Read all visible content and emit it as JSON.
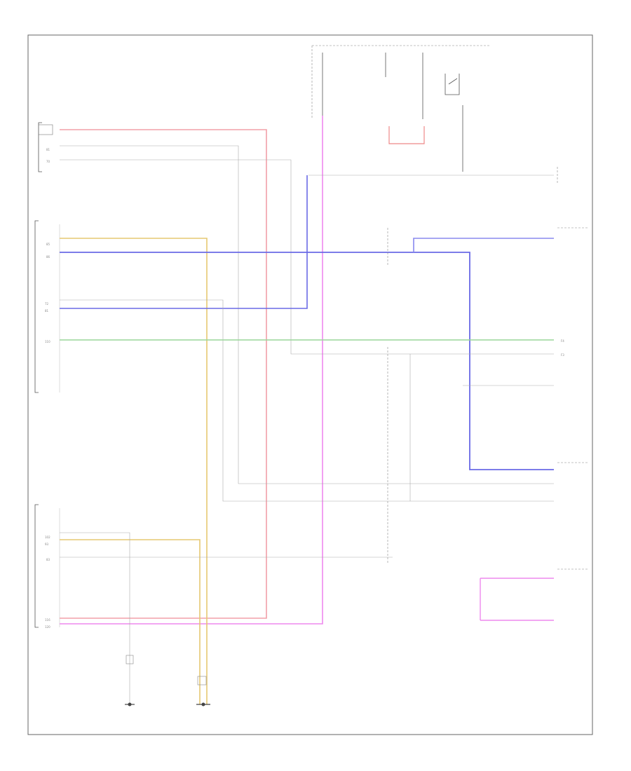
{
  "diagram": {
    "left_connectors": [
      {
        "id": "c1",
        "label": "",
        "pins": [
          "",
          "",
          ""
        ]
      },
      {
        "id": "c2",
        "label": "",
        "pins": []
      },
      {
        "id": "c3",
        "label": "",
        "pins": []
      }
    ],
    "right_components": [
      {
        "id": "r1",
        "label": ""
      },
      {
        "id": "r2",
        "label": ""
      },
      {
        "id": "r3",
        "label": ""
      },
      {
        "id": "r4",
        "label": ""
      },
      {
        "id": "r5",
        "label": ""
      },
      {
        "id": "r6",
        "label": ""
      }
    ],
    "bottom_grounds": [
      {
        "id": "g1",
        "label": ""
      },
      {
        "id": "g2",
        "label": ""
      }
    ],
    "wire_colors": {
      "red": "#f2a0a8",
      "blue": "#6a6ae6",
      "yellow": "#e6c872",
      "green": "#9ad69a",
      "pink": "#ee88ee",
      "gray": "#bbbbbb"
    },
    "footer_code": ""
  }
}
